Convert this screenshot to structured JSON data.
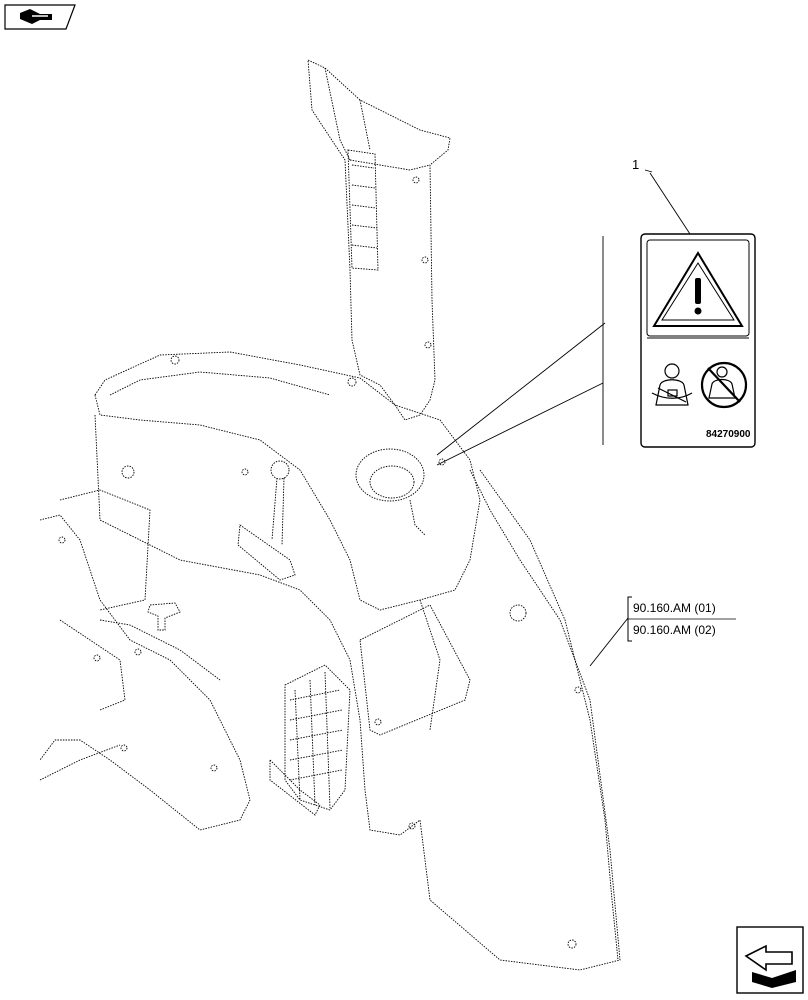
{
  "callout": {
    "number": "1"
  },
  "decal": {
    "part_code": "84270900",
    "top_symbol": "warning-triangle-icon",
    "bottom_symbols": [
      "seatbelt-fastened-icon",
      "no-seatbelt-prohibited-icon"
    ]
  },
  "references": [
    {
      "label": "90.160.AM (01)"
    },
    {
      "label": "90.160.AM (02)"
    }
  ],
  "navigation": {
    "prev_icon": "previous-page-icon",
    "next_icon": "next-page-icon"
  }
}
